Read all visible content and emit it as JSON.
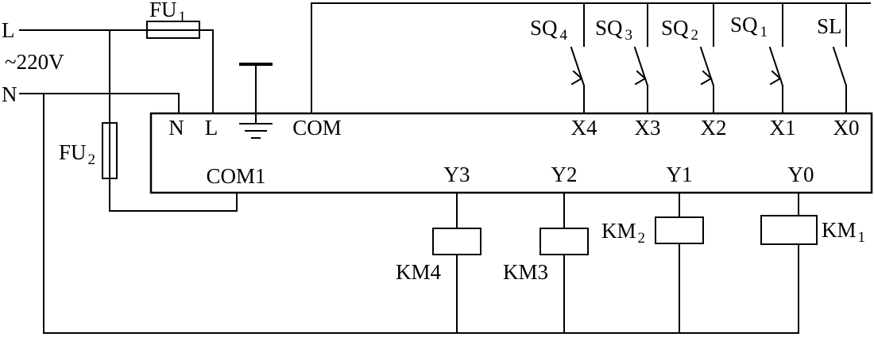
{
  "power": {
    "l": "L",
    "voltage": "~220V",
    "n": "N"
  },
  "fuses": {
    "fu1": {
      "base": "FU",
      "sub": "1"
    },
    "fu2": {
      "base": "FU",
      "sub": "2"
    }
  },
  "plc": {
    "top_terminals": {
      "n": "N",
      "l": "L",
      "com": "COM",
      "x4": "X4",
      "x3": "X3",
      "x2": "X2",
      "x1": "X1",
      "x0": "X0"
    },
    "bottom_terminals": {
      "com1": "COM1",
      "y3": "Y3",
      "y2": "Y2",
      "y1": "Y1",
      "y0": "Y0"
    }
  },
  "switches": {
    "sq4": {
      "base": "SQ",
      "sub": "4"
    },
    "sq3": {
      "base": "SQ",
      "sub": "3"
    },
    "sq2": {
      "base": "SQ",
      "sub": "2"
    },
    "sq1": {
      "base": "SQ",
      "sub": "1"
    },
    "sl": "SL"
  },
  "coils": {
    "km4": "KM4",
    "km3": "KM3",
    "km2": {
      "base": "KM",
      "sub": "2"
    },
    "km1": {
      "base": "KM",
      "sub": "1"
    }
  },
  "colors": {
    "line": "#000000",
    "background": "#ffffff"
  }
}
